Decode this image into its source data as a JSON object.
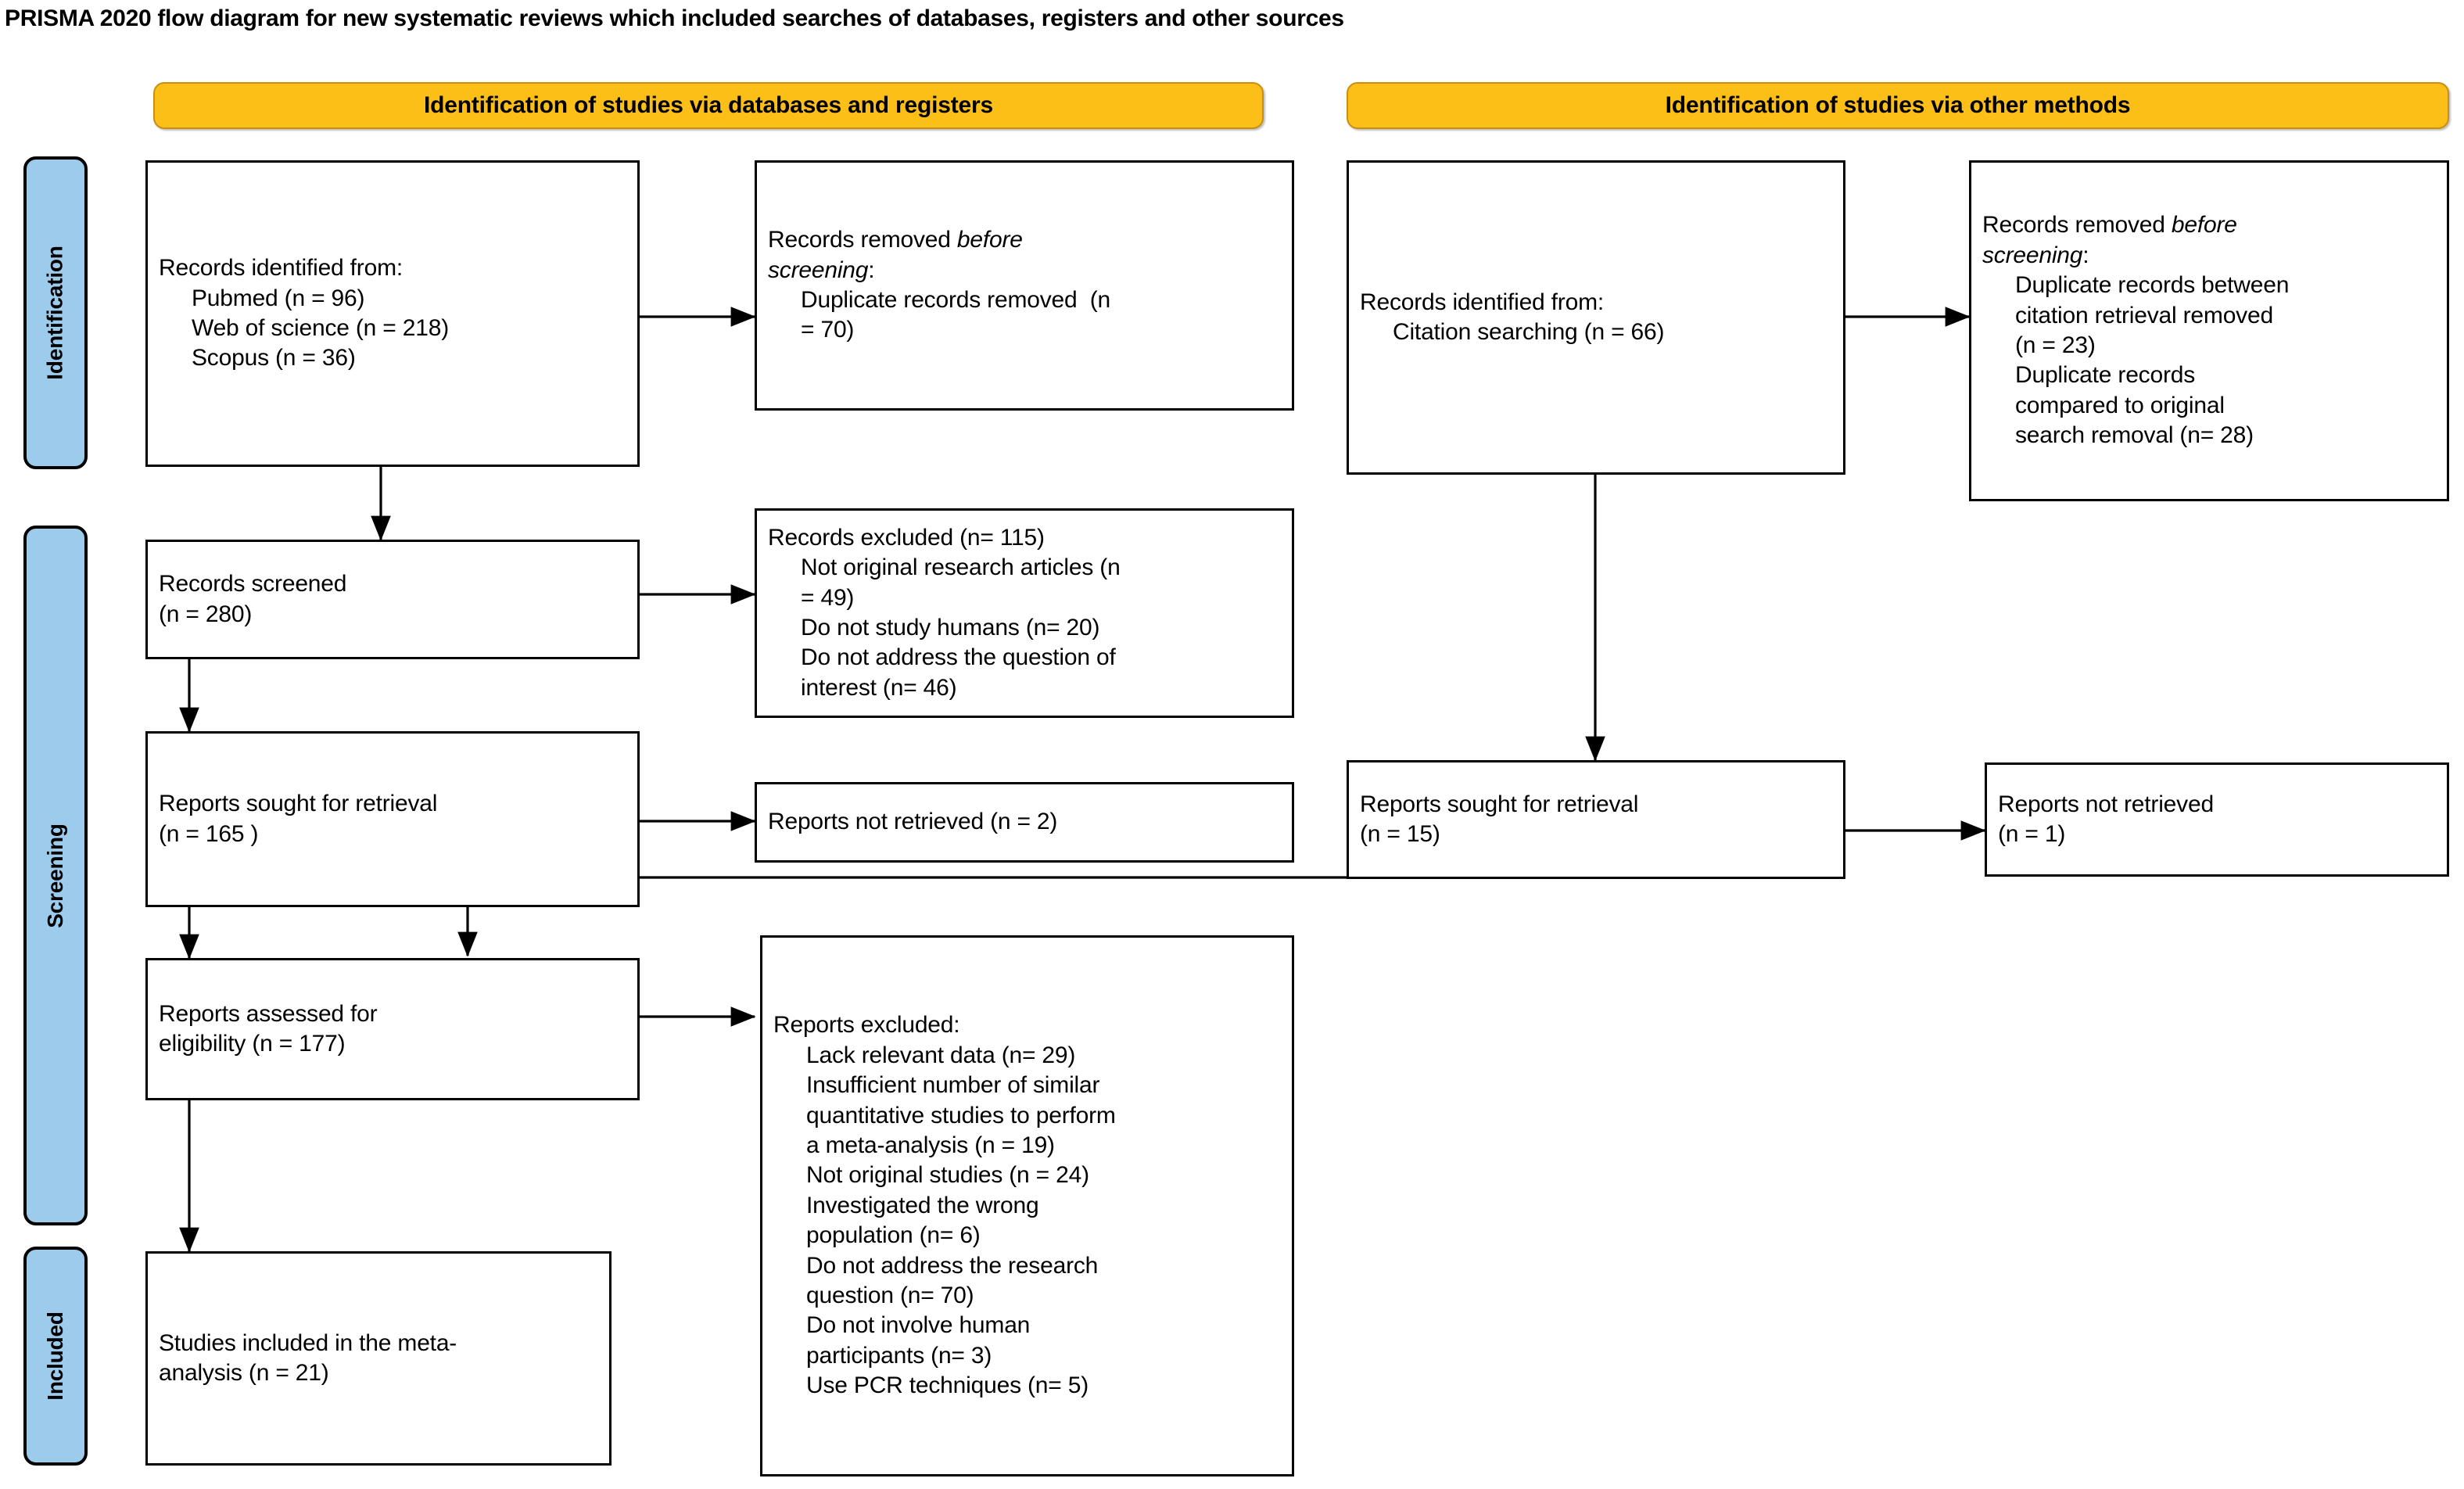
{
  "title": "PRISMA 2020 flow diagram for new systematic reviews which included searches of databases, registers and other sources",
  "columns": {
    "left_header": "Identification of studies via databases and registers",
    "right_header": "Identification of studies via other methods"
  },
  "stage_labels": {
    "identification": "Identification",
    "screening": "Screening",
    "included": "Included"
  },
  "colors": {
    "header_bar": "#FCBF17",
    "header_bar_border": "#C98F10",
    "stage_label": "#9DCBEC",
    "box_border": "#000000",
    "connector": "#000000",
    "text": "#000000",
    "background": "#FFFFFF"
  },
  "nodes": {
    "records_identified_db": {
      "lines": [
        {
          "text": "Records identified from:",
          "indent": false
        },
        {
          "text": "Pubmed (n = 96)",
          "indent": true
        },
        {
          "text": "Web of science (n = 218)",
          "indent": true
        },
        {
          "text": "Scopus (n = 36)",
          "indent": true
        }
      ]
    },
    "records_removed_before_screening_db": {
      "lines": [
        {
          "text": "Records removed ",
          "italic_tail": "before",
          "indent": false
        },
        {
          "text": "screening",
          "italic_head": true,
          "suffix": ":",
          "indent": false
        },
        {
          "text": "Duplicate records removed  (n",
          "indent": true
        },
        {
          "text": "= 70)",
          "indent": true
        }
      ]
    },
    "records_screened": {
      "lines": [
        {
          "text": "Records screened",
          "indent": false
        },
        {
          "text": "(n = 280)",
          "indent": false
        }
      ]
    },
    "records_excluded": {
      "lines": [
        {
          "text": "Records excluded (n= 115)",
          "indent": false
        },
        {
          "text": "Not original research articles (n",
          "indent": true
        },
        {
          "text": "= 49)",
          "indent": true
        },
        {
          "text": "Do not study humans (n= 20)",
          "indent": true
        },
        {
          "text": "Do not address the question of",
          "indent": true
        },
        {
          "text": "interest (n= 46)",
          "indent": true
        }
      ]
    },
    "reports_sought_db": {
      "lines": [
        {
          "text": "Reports sought for retrieval",
          "indent": false
        },
        {
          "text": "(n = 165 )",
          "indent": false
        }
      ]
    },
    "reports_not_retrieved_db": {
      "lines": [
        {
          "text": "Reports not retrieved (n = 2)",
          "indent": false
        }
      ]
    },
    "reports_assessed": {
      "lines": [
        {
          "text": "Reports assessed for",
          "indent": false
        },
        {
          "text": "eligibility (n = 177)",
          "indent": false
        }
      ]
    },
    "reports_excluded": {
      "lines": [
        {
          "text": "Reports excluded:",
          "indent": false
        },
        {
          "text": "Lack relevant data (n= 29)",
          "indent": true
        },
        {
          "text": "Insufficient number of similar",
          "indent": true
        },
        {
          "text": "quantitative studies to perform",
          "indent": true
        },
        {
          "text": "a meta-analysis (n = 19)",
          "indent": true
        },
        {
          "text": "Not original studies (n = 24)",
          "indent": true
        },
        {
          "text": "Investigated the wrong",
          "indent": true
        },
        {
          "text": "population (n= 6)",
          "indent": true
        },
        {
          "text": "Do not address the research",
          "indent": true
        },
        {
          "text": "question (n= 70)",
          "indent": true
        },
        {
          "text": "Do not involve human",
          "indent": true
        },
        {
          "text": "participants (n= 3)",
          "indent": true
        },
        {
          "text": "Use PCR techniques (n= 5)",
          "indent": true
        }
      ]
    },
    "studies_included": {
      "lines": [
        {
          "text": "Studies included in the meta-",
          "indent": false
        },
        {
          "text": "analysis (n = 21)",
          "indent": false
        }
      ]
    },
    "records_identified_other": {
      "lines": [
        {
          "text": "Records identified from:",
          "indent": false
        },
        {
          "text": "Citation searching (n = 66)",
          "indent": true
        }
      ]
    },
    "records_removed_before_screening_other": {
      "lines": [
        {
          "text": "Records removed ",
          "italic_tail": "before",
          "indent": false
        },
        {
          "text": "screening",
          "italic_head": true,
          "suffix": ":",
          "indent": false
        },
        {
          "text": "Duplicate records between",
          "indent": true
        },
        {
          "text": "citation retrieval removed",
          "indent": true
        },
        {
          "text": "(n = 23)",
          "indent": true
        },
        {
          "text": "Duplicate records",
          "indent": true
        },
        {
          "text": "compared to original",
          "indent": true
        },
        {
          "text": "search removal (n= 28)",
          "indent": true
        }
      ]
    },
    "reports_sought_other": {
      "lines": [
        {
          "text": "Reports sought for retrieval",
          "indent": false
        },
        {
          "text": "(n = 15)",
          "indent": false
        }
      ]
    },
    "reports_not_retrieved_other": {
      "lines": [
        {
          "text": "Reports not retrieved",
          "indent": false
        },
        {
          "text": "(n = 1)",
          "indent": false
        }
      ]
    }
  },
  "flow_counts": {
    "pubmed": 96,
    "web_of_science": 218,
    "scopus": 36,
    "duplicates_removed_db": 70,
    "records_screened": 280,
    "records_excluded_total": 115,
    "not_original_research_articles": 49,
    "do_not_study_humans": 20,
    "do_not_address_question_of_interest": 46,
    "reports_sought_db": 165,
    "reports_not_retrieved_db": 2,
    "reports_assessed": 177,
    "lack_relevant_data": 29,
    "insufficient_similar_quantitative": 19,
    "not_original_studies": 24,
    "wrong_population": 6,
    "do_not_address_research_question": 70,
    "do_not_involve_human_participants": 3,
    "use_pcr_techniques": 5,
    "studies_included": 21,
    "citation_searching": 66,
    "duplicates_between_citation_retrieval": 23,
    "duplicates_vs_original_search": 28,
    "reports_sought_other": 15,
    "reports_not_retrieved_other": 1
  }
}
